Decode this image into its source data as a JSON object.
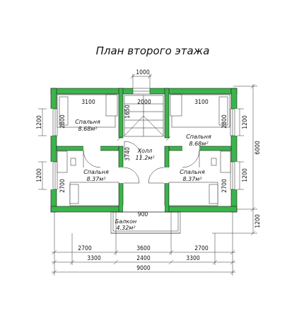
{
  "title": "План второго этажа",
  "rooms": {
    "top_left": {
      "name": "Спальня",
      "area": "8.68м²"
    },
    "top_right": {
      "name": "Спальня",
      "area": "8.68м²"
    },
    "hall": {
      "name": "Холл",
      "area": "11.2м²"
    },
    "bot_left": {
      "name": "Спальня",
      "area": "8.37м²"
    },
    "bot_right": {
      "name": "Спальня",
      "area": "8.37м²"
    },
    "balcony": {
      "name": "Балкон",
      "area": "4.32м²"
    }
  },
  "dims": {
    "top_window": "1000",
    "top_left_width": "3100",
    "stair_width": "2000",
    "top_right_width": "3100",
    "stair_depth": "1650",
    "hall_depth": "3740",
    "door_width": "900",
    "left_top_room": "2800",
    "left_bot_room": "2700",
    "right_top_room": "2800",
    "right_bot_room": "2700",
    "left_window_top": "1200",
    "left_window_bot": "1200",
    "right_window_top": "1200",
    "right_window_bot": "1200",
    "overall_height": "6000",
    "balcony_depth": "1200",
    "row1_a": "2700",
    "row1_b": "3600",
    "row1_c": "2700",
    "row2_a": "3300",
    "row2_b": "2400",
    "row2_c": "3300",
    "total": "9000"
  }
}
